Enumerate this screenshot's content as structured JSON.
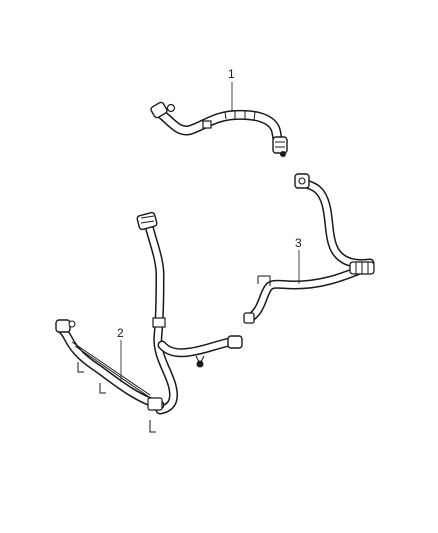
{
  "diagram": {
    "parts": [
      {
        "number": "1"
      },
      {
        "number": "2"
      },
      {
        "number": "3"
      }
    ]
  }
}
